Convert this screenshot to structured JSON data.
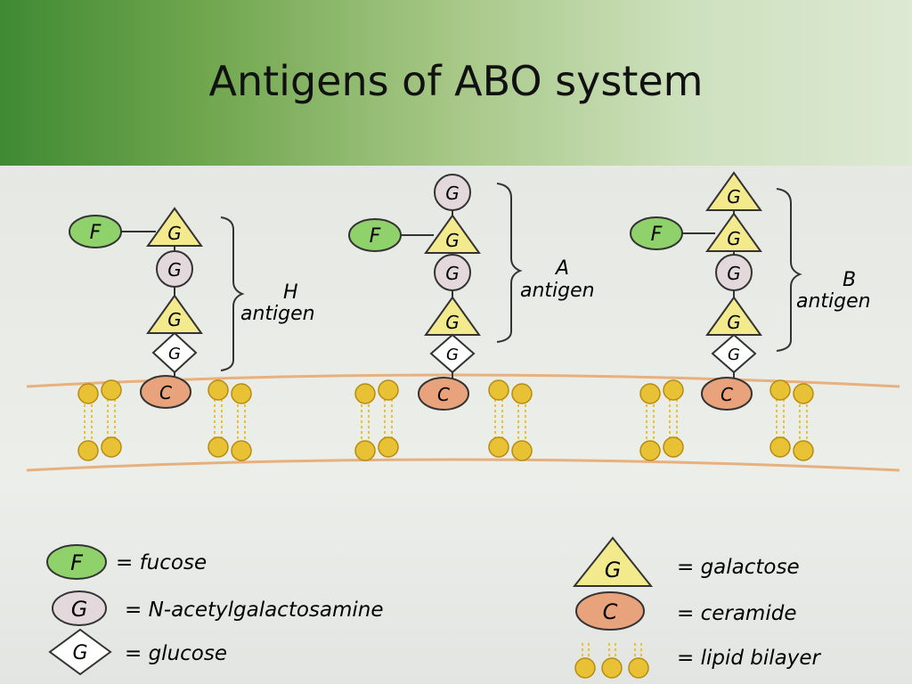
{
  "title": "Antigens of ABO system",
  "symbols": {
    "fucose": "F",
    "galactose": "G",
    "nag": "G",
    "glucose": "G",
    "ceramide": "C"
  },
  "antigens": {
    "h": {
      "letter": "H",
      "word": "antigen"
    },
    "a": {
      "letter": "A",
      "word": "antigen"
    },
    "b": {
      "letter": "B",
      "word": "antigen"
    }
  },
  "legend": {
    "fucose": "= fucose",
    "nag": "= N-acetylgalactosamine",
    "glucose": "= glucose",
    "galactose": "= galactose",
    "ceramide": "= ceramide",
    "bilayer": "= lipid bilayer"
  },
  "colors": {
    "fucose": "#8fd16a",
    "galactose": "#f3ea8e",
    "nag": "#e3d9dc",
    "glucose": "#ffffff",
    "ceramide": "#e8a27c",
    "lipid": "#e9c135",
    "membrane": "#e7b07d"
  }
}
